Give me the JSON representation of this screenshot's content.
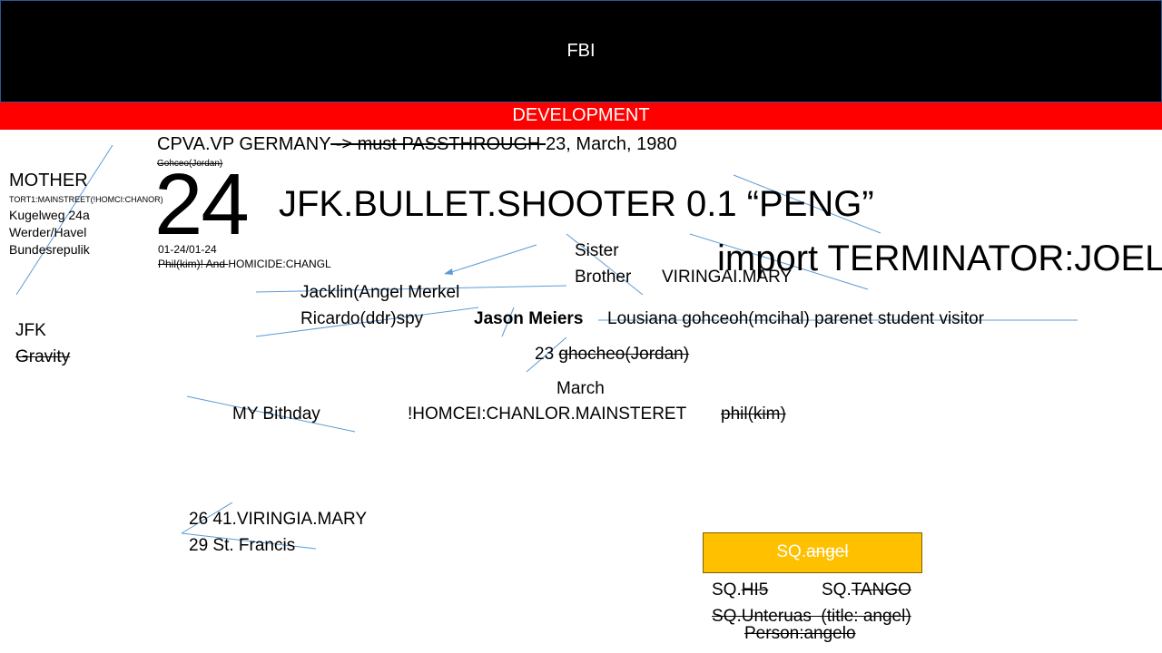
{
  "header": {
    "title": "FBI",
    "background": "#000000"
  },
  "banner": {
    "label": "DEVELOPMENT",
    "background": "#ff0000"
  },
  "top_line": {
    "prefix": "CPVA.VP GERMANY",
    "struck": " -> must PASSTHROUGH ",
    "suffix": "23, March, 1980"
  },
  "small_struck_jordan": "Gohceo(Jordan)",
  "big_number": "24",
  "headline": "JFK.BULLET.SHOOTER 0.1 “PENG”",
  "import_line": "import TERMINATOR:JOEL",
  "date_range": "01-24/01-24",
  "phil_line": {
    "struck": "Phil(kim)! And ",
    "rest": "HOMICIDE:CHANGL"
  },
  "mother_block": {
    "title": "MOTHER",
    "code": "TORT1:MAINSTREET(!HOMCI:CHANOR)",
    "address_lines": [
      "Kugelweg 24a",
      "Werder/Havel",
      "Bundesrepulik"
    ]
  },
  "jfk_block": {
    "label": "JFK",
    "struck": "Gravity"
  },
  "family": {
    "sister": "Sister",
    "brother": "Brother",
    "brother_name": "VIRINGAI.MARY"
  },
  "names": {
    "jacklin": "Jacklin(Angel Merkel",
    "ricardo": "Ricardo(ddr)spy",
    "jason": "Jason Meiers",
    "louisiana": "Lousiana gohceoh(mcihal) parenet student visitor"
  },
  "jordan_line": {
    "number": "23 ",
    "struck": "ghocheo(Jordan)"
  },
  "march": "March",
  "birthday": "MY Bithday",
  "homcei": "!HOMCEI:CHANLOR.MAINSTERET",
  "phil_kim": "phil(kim)",
  "bottom_left": [
    "26 41.VIRINGIA.MARY",
    "29 St. Francis"
  ],
  "sq": {
    "box_prefix": "SQ.",
    "box_struck": "angel",
    "box_color": "#ffc000",
    "hi5_prefix": "SQ.",
    "hi5_struck": "HI5",
    "tango_prefix": "SQ.",
    "tango_struck": "TANGO",
    "unteruas": "SQ.Unteruas  (title: angel)",
    "person": "Person:angelo"
  },
  "line_color": "#5b9bd5"
}
